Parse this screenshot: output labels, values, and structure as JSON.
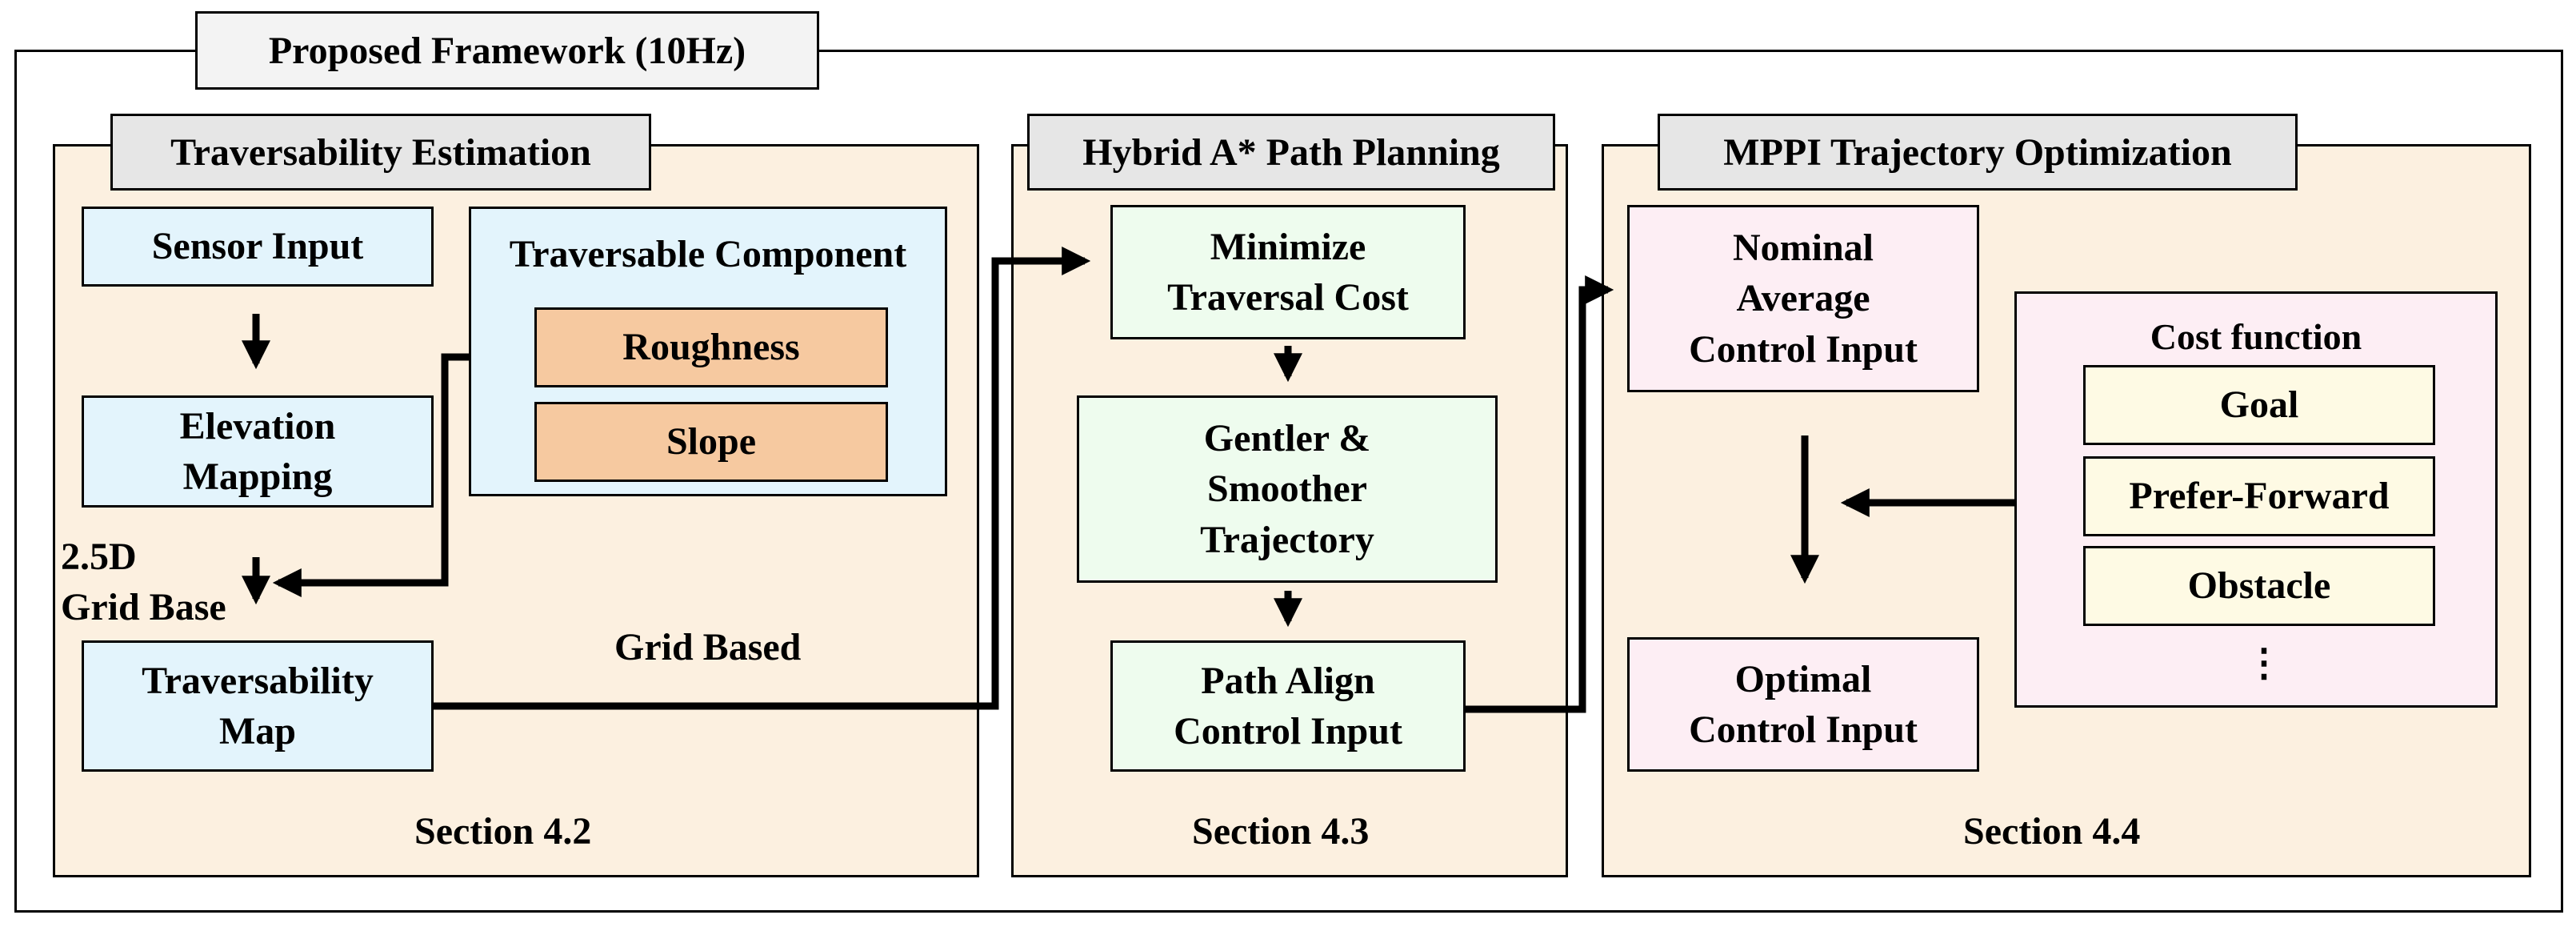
{
  "framework": {
    "title": "Proposed Framework (10Hz)"
  },
  "traversability": {
    "title": "Traversability Estimation",
    "sensor_input": "Sensor Input",
    "elevation_mapping": "Elevation\nMapping",
    "label_25d": "2.5D\nGrid Base",
    "traversability_map": "Traversability\nMap",
    "component": {
      "title": "Traversable Component",
      "items": [
        "Roughness",
        "Slope"
      ]
    },
    "grid_based": "Grid Based",
    "section": "Section 4.2"
  },
  "hybrid": {
    "title": "Hybrid A* Path Planning",
    "minimize": "Minimize\nTraversal Cost",
    "gentler": "Gentler &\nSmoother\nTrajectory",
    "path_align": "Path Align\nControl Input",
    "section": "Section 4.3"
  },
  "mppi": {
    "title": "MPPI Trajectory Optimization",
    "nominal": "Nominal\nAverage\nControl Input",
    "optimal": "Optimal\nControl Input",
    "cost_function": {
      "title": "Cost function",
      "items": [
        "Goal",
        "Prefer-Forward",
        "Obstacle"
      ],
      "more": "⋮"
    },
    "section": "Section 4.4"
  },
  "colors": {
    "section_bg": "#fcf0e0",
    "title_tab_bg": "#e6e6e6",
    "blue_box": "#e3f4fc",
    "green_box": "#eefcee",
    "pink_box": "#fdeef4",
    "orange_box": "#f6c9a0",
    "yellow_box": "#fefae4"
  }
}
